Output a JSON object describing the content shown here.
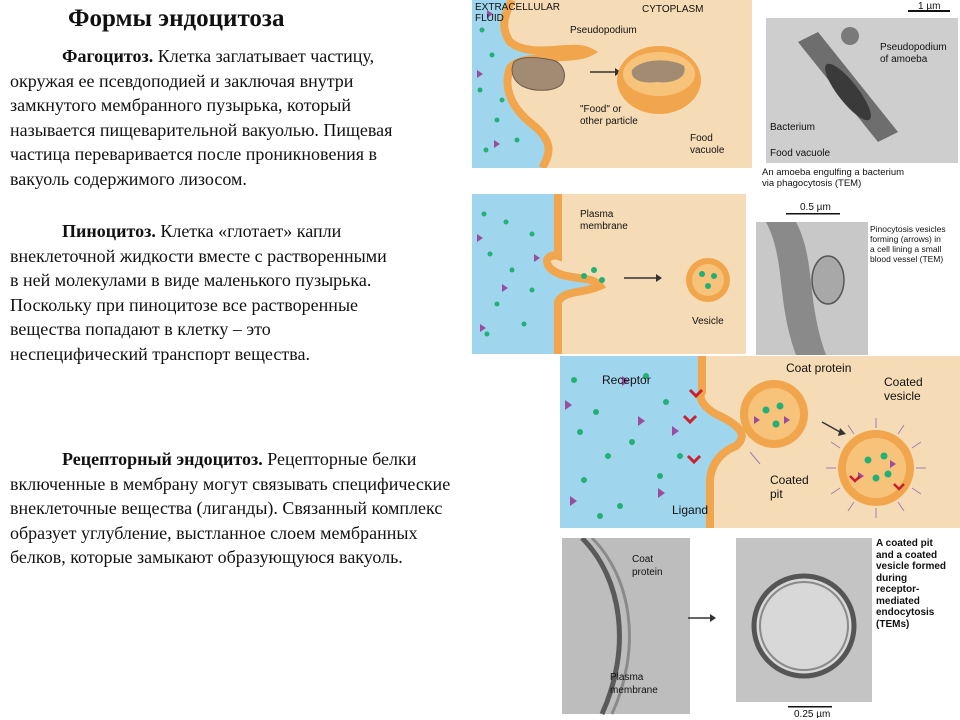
{
  "title": "Формы эндоцитоза",
  "phago": {
    "heading": "Фагоцитоз.",
    "text_lines": [
      "Клетка заглатывает частицу,",
      "окружая ее псевдоподией и заключая внутри",
      "замкнутого мембранного пузырька, который",
      "называется пищеварительной вакуолью. Пищевая",
      "частица переваривается после проникновения в",
      "вакуоль содержимого лизосом."
    ],
    "diagram": {
      "extracellular": "EXTRACELLULAR",
      "fluid": "FLUID",
      "cytoplasm": "CYTOPLASM",
      "pseudopodium": "Pseudopodium",
      "food_1": "\"Food\" or",
      "food_2": "other particle",
      "vacuole_1": "Food",
      "vacuole_2": "vacuole"
    },
    "micrograph": {
      "scale": "1 µm",
      "pseudo_1": "Pseudopodium",
      "pseudo_2": "of amoeba",
      "bacterium": "Bacterium",
      "vacuole": "Food vacuole",
      "caption_1": "An amoeba engulfing a bacterium",
      "caption_2": "via phagocytosis (TEM)"
    }
  },
  "pino": {
    "heading": "Пиноцитоз.",
    "text_lines": [
      "Клетка «глотает» капли",
      "внеклеточной жидкости вместе с растворенными",
      "в ней молекулами в виде маленького пузырька.",
      "Поскольку при пиноцитозе все растворенные",
      "вещества попадают в клетку – это",
      "неспецифический транспорт вещества."
    ],
    "diagram": {
      "plasma_1": "Plasma",
      "plasma_2": "membrane",
      "vesicle": "Vesicle"
    },
    "micrograph": {
      "scale": "0.5 µm",
      "caption_lines": [
        "Pinocytosis vesicles",
        "forming (arrows) in",
        "a cell lining a small",
        "blood vessel (TEM)"
      ]
    }
  },
  "receptor": {
    "heading": "Рецепторный эндоцитоз.",
    "text_lines": [
      "Рецепторные белки",
      "включенные в мембрану могут связывать специфические",
      "внеклеточные вещества (лиганды). Связанный комплекс",
      "образует углубление, выстланное слоем мембранных",
      "белков, которые замыкают образующуюся вакуоль."
    ],
    "diagram": {
      "receptor": "Receptor",
      "coat_protein": "Coat protein",
      "coated_pit_1": "Coated",
      "coated_pit_2": "pit",
      "coated_vesicle_1": "Coated",
      "coated_vesicle_2": "vesicle",
      "ligand": "Ligand"
    },
    "micrograph": {
      "coat_1": "Coat",
      "coat_2": "protein",
      "plasma_1": "Plasma",
      "plasma_2": "membrane",
      "scale": "0.25 µm",
      "caption_lines": [
        "A coated pit",
        "and a coated",
        "vesicle formed",
        "during",
        "receptor-",
        "mediated",
        "endocytosis",
        "(TEMs)"
      ]
    }
  },
  "colors": {
    "fluid": "#9fd6ee",
    "cytoplasm": "#f6dcb6",
    "membrane": "#f1a64e",
    "green_dot": "#23b077",
    "ligand": "#9a4c9e",
    "receptor": "#c8202c"
  }
}
